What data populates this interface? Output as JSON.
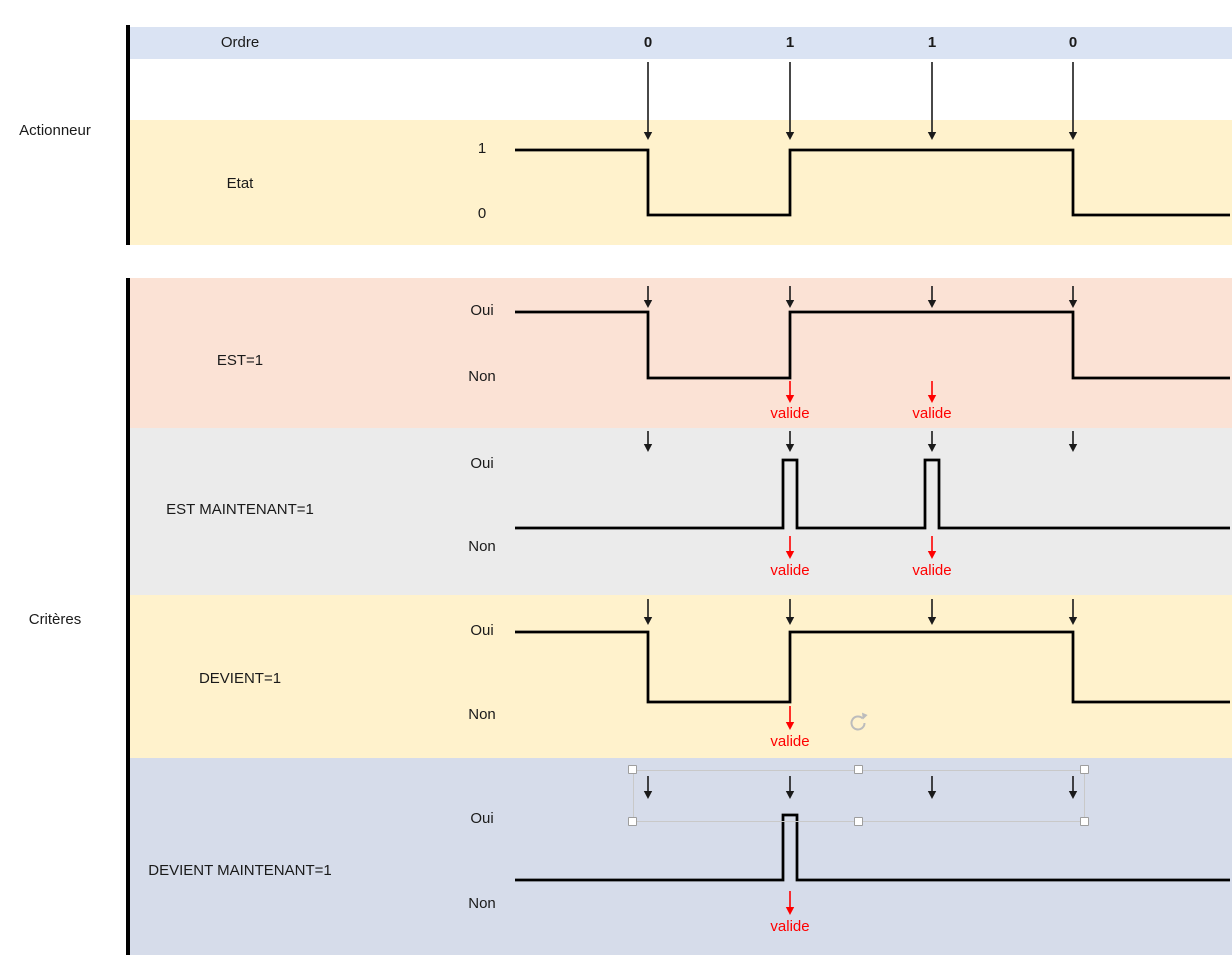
{
  "sections": {
    "actionneur": "Actionneur",
    "criteres": "Critères"
  },
  "chart_data": {
    "type": "timing-diagram",
    "ordre": {
      "label": "Ordre",
      "values": [
        "0",
        "1",
        "1",
        "0"
      ]
    },
    "valide_label": "valide",
    "signals": [
      {
        "name": "Etat",
        "section": "Actionneur",
        "high_label": "1",
        "low_label": "0",
        "levels_between_events": [
          1,
          0,
          1,
          1,
          0
        ],
        "arrow_events": [
          0,
          1,
          2,
          3
        ],
        "valide_events": []
      },
      {
        "name": "EST=1",
        "section": "Critères",
        "high_label": "Oui",
        "low_label": "Non",
        "levels_between_events": [
          1,
          0,
          1,
          1,
          0
        ],
        "arrow_events": [
          0,
          1,
          2,
          3
        ],
        "valide_events": [
          1,
          2
        ]
      },
      {
        "name": "EST MAINTENANT=1",
        "section": "Critères",
        "high_label": "Oui",
        "low_label": "Non",
        "levels_between_events": [
          0,
          0,
          0,
          0,
          0
        ],
        "pulse_events": [
          1,
          2
        ],
        "arrow_events": [
          0,
          1,
          2,
          3
        ],
        "valide_events": [
          1,
          2
        ]
      },
      {
        "name": "DEVIENT=1",
        "section": "Critères",
        "high_label": "Oui",
        "low_label": "Non",
        "levels_between_events": [
          1,
          0,
          1,
          1,
          0
        ],
        "arrow_events": [
          0,
          1,
          2,
          3
        ],
        "valide_events": [
          1
        ]
      },
      {
        "name": "DEVIENT MAINTENANT=1",
        "section": "Critères",
        "high_label": "Oui",
        "low_label": "Non",
        "levels_between_events": [
          0,
          0,
          0,
          0,
          0
        ],
        "pulse_events": [
          1
        ],
        "arrow_events": [
          0,
          1,
          2,
          3
        ],
        "valide_events": [
          1
        ]
      }
    ],
    "colors": {
      "band_ordre": "#dae3f3",
      "band_etat": "#fff2cc",
      "band_est": "#fbe2d5",
      "band_est_maintenant": "#ebebeb",
      "band_devient": "#fff2cc",
      "band_devient_maintenant": "#d6dcea",
      "signal": "#000000",
      "arrow": "#1a1a1a",
      "valide": "#ff0000"
    }
  }
}
